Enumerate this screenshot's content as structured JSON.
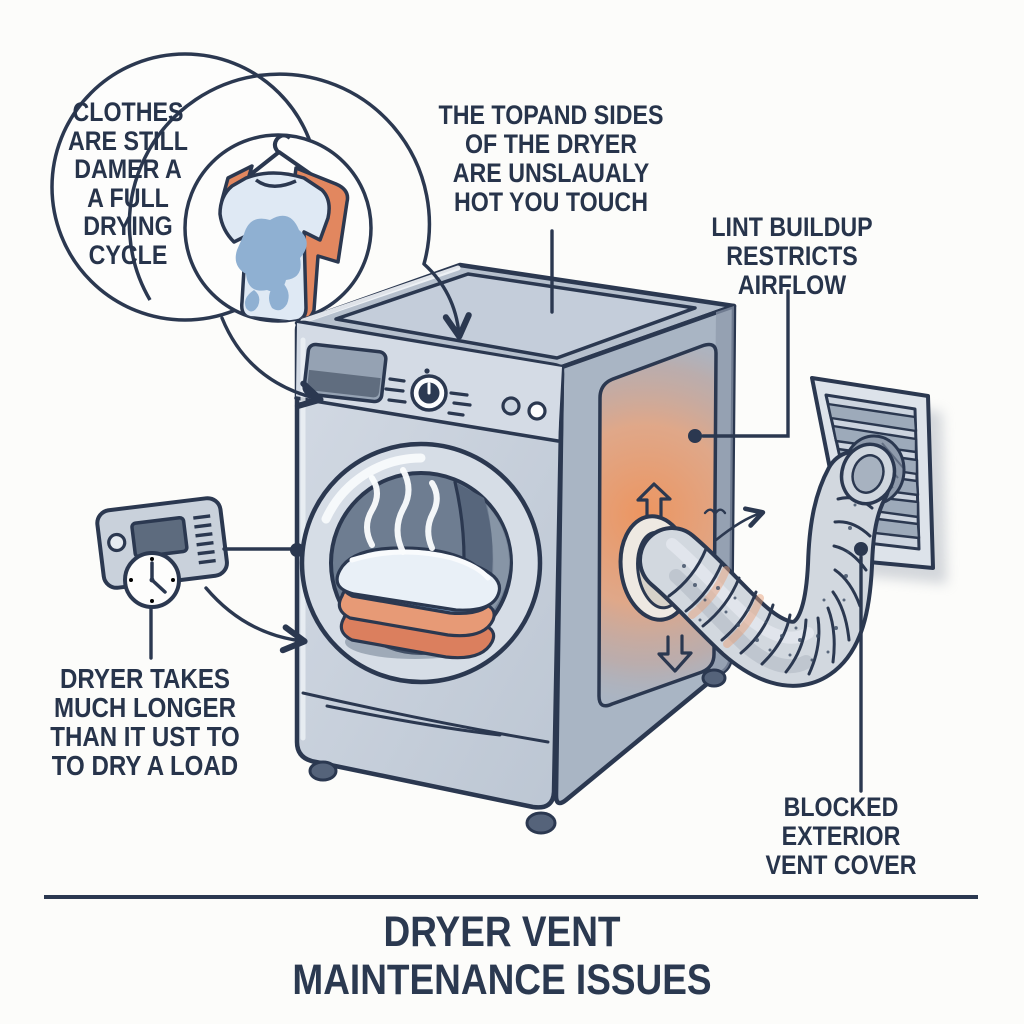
{
  "title": "DRYER VENT MAINTENANCE ISSUES",
  "labels": {
    "clothes_damp": "CLOTHES\nARE STILL\nDAMER A\nA FULL\nDRYING\nCYCLE",
    "hot_surfaces": "THE TOPAND SIDES\nOF THE DRYER\nARE UNSLAUALY\nHOT YOU TOUCH",
    "lint_buildup": "LINT BUILDUP\nRESTRICTS AIRFLOW",
    "long_drying": "DRYER TAKES\nMUCH LONGER\nTHAN IT UST TO\nTO DRY A LOAD",
    "blocked_vent": "BLOCKED EXTERIOR\nVENT COVER"
  },
  "colors": {
    "line": "#2b3850",
    "text": "#27344b",
    "background": "#fcfcfa",
    "heat_glow": "#f0995d",
    "damp_stain": "#8fb0d2",
    "shirt_orange": "#e2875f",
    "towel_pale": "#e9f0f7",
    "towel_blue": "#7fa7cf",
    "towel_salmon": "#e79a76",
    "towel_deep_salmon": "#db7f5e",
    "metal_light": "#ccd4df",
    "metal_mid": "#a9b5c4",
    "drum_dark": "#6e7d91"
  },
  "icons": {
    "damp_shirt": "hanging t-shirt with wet stains",
    "steam": "three wavy steam lines",
    "clock": "analog clock face",
    "timer_device": "small control panel with screen",
    "arrow_up": "hollow up arrow",
    "arrow_down": "hollow down arrow",
    "vent_hose": "corrugated flexible duct",
    "vent_cover": "louvered exterior vent"
  }
}
